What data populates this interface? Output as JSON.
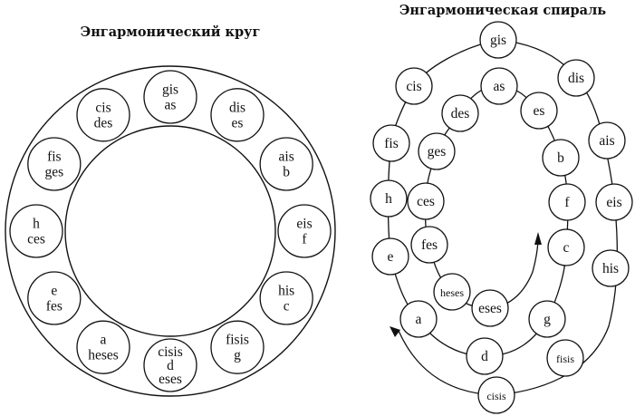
{
  "titles": {
    "circle": "Энгармонический круг",
    "spiral": "Энгармоническая спираль"
  },
  "circle": {
    "nodes": [
      {
        "lines": [
          "gis",
          "as"
        ]
      },
      {
        "lines": [
          "dis",
          "es"
        ]
      },
      {
        "lines": [
          "ais",
          "b"
        ]
      },
      {
        "lines": [
          "eis",
          "f"
        ]
      },
      {
        "lines": [
          "his",
          "c"
        ]
      },
      {
        "lines": [
          "fisis",
          "g"
        ]
      },
      {
        "lines": [
          "cisis",
          "d",
          "eses"
        ]
      },
      {
        "lines": [
          "a",
          "heses"
        ]
      },
      {
        "lines": [
          "e",
          "fes"
        ]
      },
      {
        "lines": [
          "h",
          "ces"
        ]
      },
      {
        "lines": [
          "fis",
          "ges"
        ]
      },
      {
        "lines": [
          "cis",
          "des"
        ]
      }
    ]
  },
  "spiral": {
    "outer": [
      "gis",
      "dis",
      "ais",
      "eis",
      "his",
      "fisis",
      "cisis"
    ],
    "outer_left": [
      "cis",
      "fis",
      "h",
      "e"
    ],
    "middle": [
      "a",
      "d",
      "g",
      "c",
      "f",
      "b",
      "es",
      "as",
      "des",
      "ges",
      "ces",
      "fes"
    ],
    "inner": [
      "heses",
      "eses"
    ]
  },
  "colors": {
    "ink": "#111111",
    "paper": "#ffffff"
  }
}
